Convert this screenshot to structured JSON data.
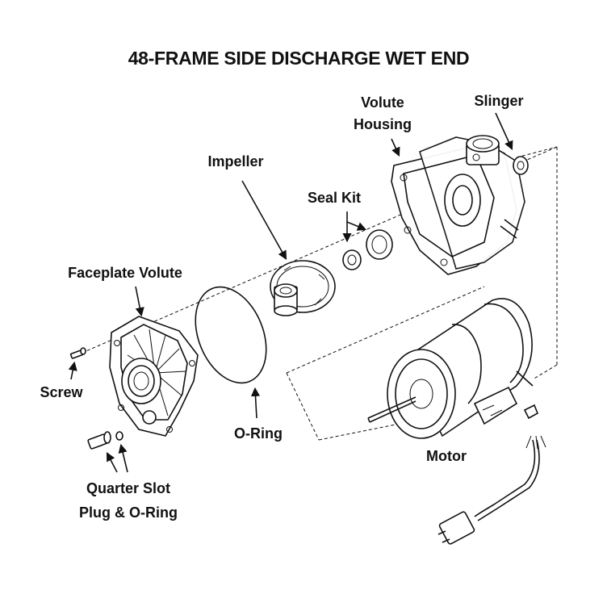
{
  "title": "48-FRAME SIDE DISCHARGE WET END",
  "labels": {
    "volute_housing_1": "Volute",
    "volute_housing_2": "Housing",
    "slinger": "Slinger",
    "impeller": "Impeller",
    "seal_kit": "Seal Kit",
    "faceplate_volute": "Faceplate Volute",
    "screw": "Screw",
    "o_ring": "O-Ring",
    "motor": "Motor",
    "quarter_slot_1": "Quarter Slot",
    "quarter_slot_2": "Plug & O-Ring"
  },
  "colors": {
    "ink": "#111111",
    "background": "#ffffff"
  }
}
